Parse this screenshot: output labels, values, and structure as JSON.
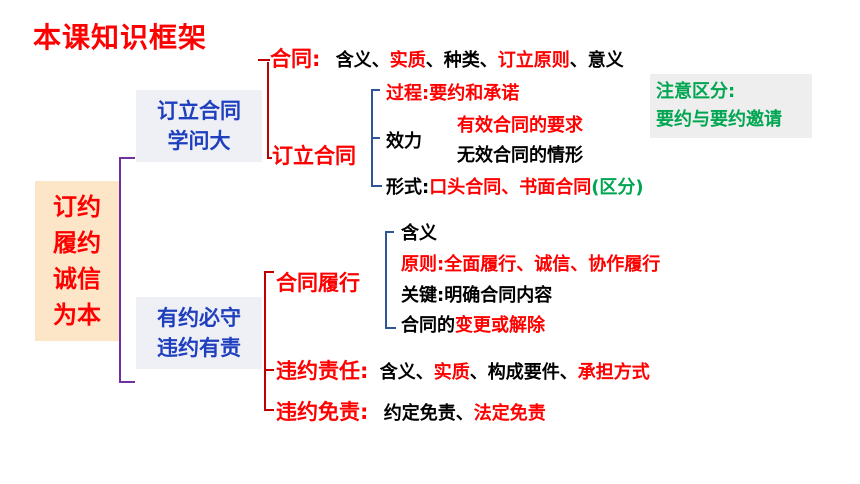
{
  "title": "本课知识框架",
  "root": [
    "订约",
    "履约",
    "诚信",
    "为本"
  ],
  "sec1": [
    "订立合同",
    "学问大"
  ],
  "sec2": [
    "有约必守",
    "违约有责"
  ],
  "hetong": {
    "label": "合同:",
    "items": [
      {
        "t": "含义、",
        "c": "blk"
      },
      {
        "t": "实质",
        "c": "red"
      },
      {
        "t": "、种类、",
        "c": "blk"
      },
      {
        "t": "订立原则",
        "c": "red"
      },
      {
        "t": "、意义",
        "c": "blk"
      }
    ]
  },
  "dingli": {
    "label": "订立合同",
    "process_label": "过程:",
    "process_value": "要约和承诺",
    "effect_label": "效力",
    "effect_valid": "有效合同的要求",
    "effect_invalid": "无效合同的情形",
    "form_label": "形式:",
    "form_value": "口头合同、书面合同",
    "form_note": "(区分)"
  },
  "note": [
    "注意区分:",
    "要约与要约邀请"
  ],
  "lvxing": {
    "label": "合同履行",
    "meaning": "含义",
    "principle_label": "原则:",
    "principle_value": "全面履行、诚信、协作履行",
    "key_label": "关键:",
    "key_value": "明确合同内容",
    "change_prefix": "合同的",
    "change_value": "变更或解除"
  },
  "weiyue": {
    "label": "违约责任:",
    "items": [
      {
        "t": "含义、",
        "c": "blk"
      },
      {
        "t": "实质",
        "c": "red"
      },
      {
        "t": "、构成要件、",
        "c": "blk"
      },
      {
        "t": "承担方式",
        "c": "red"
      }
    ]
  },
  "mianze": {
    "label": "违约免责:",
    "items": [
      {
        "t": "约定免责、",
        "c": "blk"
      },
      {
        "t": "法定免责",
        "c": "red"
      }
    ]
  },
  "colors": {
    "red": "#ff0000",
    "blue": "#1f3fbf",
    "green": "#00a651",
    "bracket_purple": "#7030a0",
    "bracket_blue": "#2f5597",
    "bracket_red": "#c00000"
  }
}
